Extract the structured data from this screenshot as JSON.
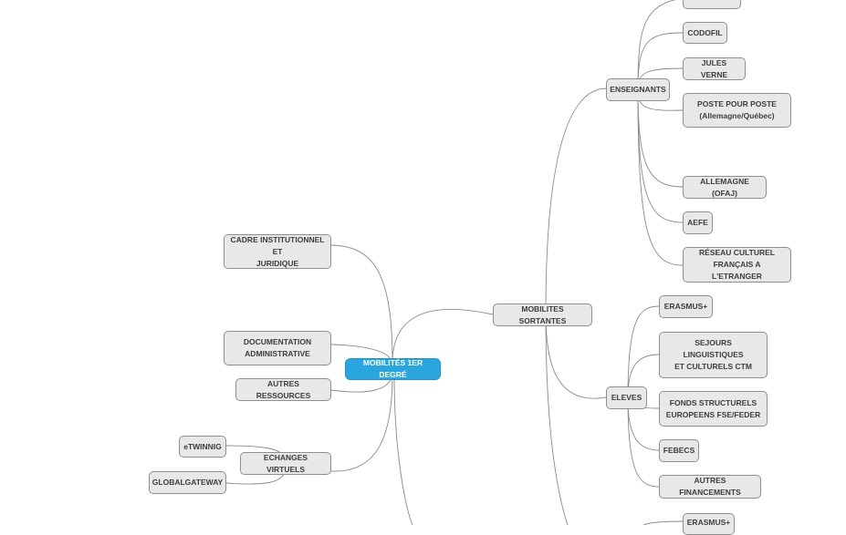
{
  "mindmap": {
    "root": "MOBILITÉS 1ER DEGRÉ",
    "left": {
      "cadre": "CADRE INSTITUTIONNEL ET\nJURIDIQUE",
      "documentation": "DOCUMENTATION\nADMINISTRATIVE",
      "ressources": "AUTRES RESSOURCES",
      "echanges": "ECHANGES VIRTUELS",
      "etwinnig": "eTWINNIG",
      "globalgateway": "GLOBALGATEWAY"
    },
    "right": {
      "mobilites_sortantes": "MOBILITES SORTANTES",
      "enseignants": {
        "label": "ENSEIGNANTS",
        "children": [
          "CODOFIL",
          "JULES VERNE",
          "POSTE POUR POSTE\n(Allemagne/Québec)",
          "ALLEMAGNE (OFAJ)",
          "AEFE",
          "RÉSEAU CULTUREL\nFRANÇAIS A L'ETRANGER"
        ]
      },
      "eleves": {
        "label": "ELEVES",
        "children": [
          "ERASMUS+",
          "SEJOURS LINGUISTIQUES\nET CULTURELS CTM",
          "FONDS STRUCTURELS\nEUROPEENS FSE/FEDER",
          "FEBECS",
          "AUTRES FINANCEMENTS"
        ]
      },
      "bottom_partial": "ERASMUS+"
    }
  }
}
